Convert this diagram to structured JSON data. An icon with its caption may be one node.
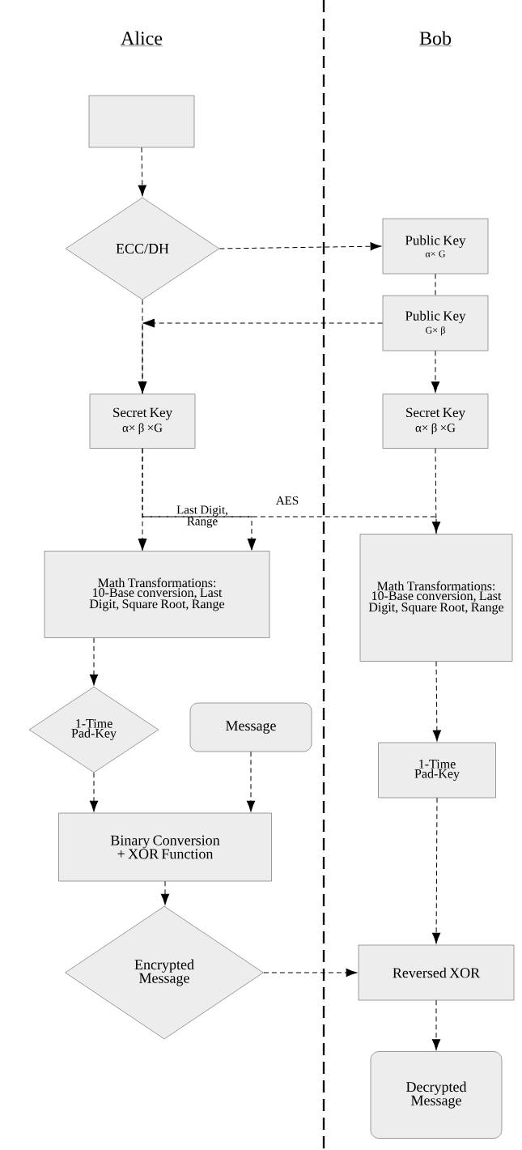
{
  "diagram": {
    "nodes": [
      {
        "text": [],
        "shape": "box"
      },
      {
        "text": [
          "ECC/DH"
        ]
      },
      {
        "text": [
          "Public Key",
          "α× G"
        ]
      },
      {
        "text": [
          "Public Key",
          "G× β"
        ]
      },
      {
        "text": [
          "Secret Key",
          "α× β ×G"
        ]
      },
      {
        "text": [
          "Secret Key",
          "α× β ×G"
        ]
      },
      {
        "text": [
          "Math Transformations: 10-Base conversion, Last Digit, Square Root, Range"
        ]
      },
      {
        "text": [
          "Math Transformations: 10-Base conversion, Last Digit, Square Root, Range"
        ]
      },
      {
        "text": [
          "1-Time Pad-Key"
        ]
      },
      {
        "text": [
          "Message"
        ]
      },
      {
        "text": [
          "Binary Conversion + XOR Function"
        ]
      },
      {
        "text": [
          "Encrypted Message"
        ]
      },
      {
        "text": [
          "1-Time Pad-Key"
        ]
      },
      {
        "text": [
          "Reversed XOR"
        ]
      },
      {
        "text": [
          "Decrypted Message"
        ]
      }
    ],
    "edges": [
      {
        "from": 0,
        "to": 1,
        "arrow": "to"
      },
      {
        "from": 1,
        "to": 2,
        "arrow": "to"
      },
      {
        "from": 2,
        "to": 3,
        "arrow": "none"
      },
      {
        "from": 1,
        "to": 4,
        "arrow": "to"
      },
      {
        "from": 3,
        "to": 4,
        "arrow": "to"
      },
      {
        "from": 3,
        "to": 5,
        "arrow": "to"
      },
      {
        "from": 4,
        "to": 6,
        "arrow": "to",
        "label": "Last Digit, Range"
      },
      {
        "from": 4,
        "to": 7,
        "arrow": "to",
        "label": "AES"
      },
      {
        "from": 5,
        "to": 7,
        "arrow": "none"
      },
      {
        "from": 6,
        "to": 8,
        "arrow": "to"
      },
      {
        "from": 8,
        "to": 10,
        "arrow": "to"
      },
      {
        "from": 9,
        "to": 10,
        "arrow": "to"
      },
      {
        "from": 10,
        "to": 11,
        "arrow": "to"
      },
      {
        "from": 7,
        "to": 12,
        "arrow": "to"
      },
      {
        "from": 11,
        "to": 13,
        "arrow": "to"
      },
      {
        "from": 12,
        "to": 13,
        "arrow": "to"
      },
      {
        "from": 13,
        "to": 14,
        "arrow": "to"
      }
    ],
    "labels": [
      "Alice",
      "Bob"
    ]
  }
}
